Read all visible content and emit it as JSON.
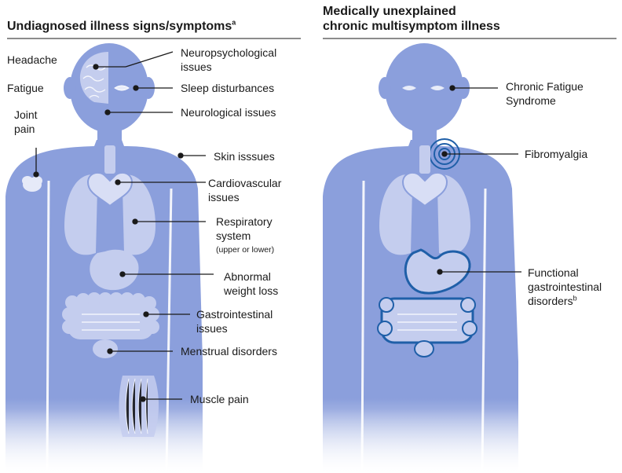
{
  "left_panel": {
    "title": "Undiagnosed illness signs/symptoms",
    "title_sup": "a",
    "labels": {
      "headache": "Headache",
      "fatigue": "Fatigue",
      "joint_pain_1": "Joint",
      "joint_pain_2": "pain",
      "neuropsych_1": "Neuropsychological",
      "neuropsych_2": "issues",
      "sleep": "Sleep disturbances",
      "neurological": "Neurological issues",
      "skin": "Skin isssues",
      "cardio_1": "Cardiovascular",
      "cardio_2": "issues",
      "resp_1": "Respiratory",
      "resp_2": "system",
      "resp_3": "(upper or lower)",
      "weight_1": "Abnormal",
      "weight_2": "weight loss",
      "gi_1": "Gastrointestinal",
      "gi_2": "issues",
      "menstrual": "Menstrual disorders",
      "muscle": "Muscle pain"
    }
  },
  "right_panel": {
    "title_line1": "Medically unexplained",
    "title_line2": "chronic multisymptom illness",
    "labels": {
      "cfs_1": "Chronic Fatigue",
      "cfs_2": "Syndrome",
      "fibro": "Fibromyalgia",
      "fgid_1": "Functional",
      "fgid_2": "gastrointestinal",
      "fgid_3": "disorders",
      "fgid_sup": "b"
    }
  },
  "colors": {
    "body": "#8b9fdc",
    "organ": "#c4cdee",
    "organ_light": "#d8def5",
    "highlight": "#1f5fa8",
    "leader": "#1a1a1a",
    "rule": "#8c8c8c"
  }
}
